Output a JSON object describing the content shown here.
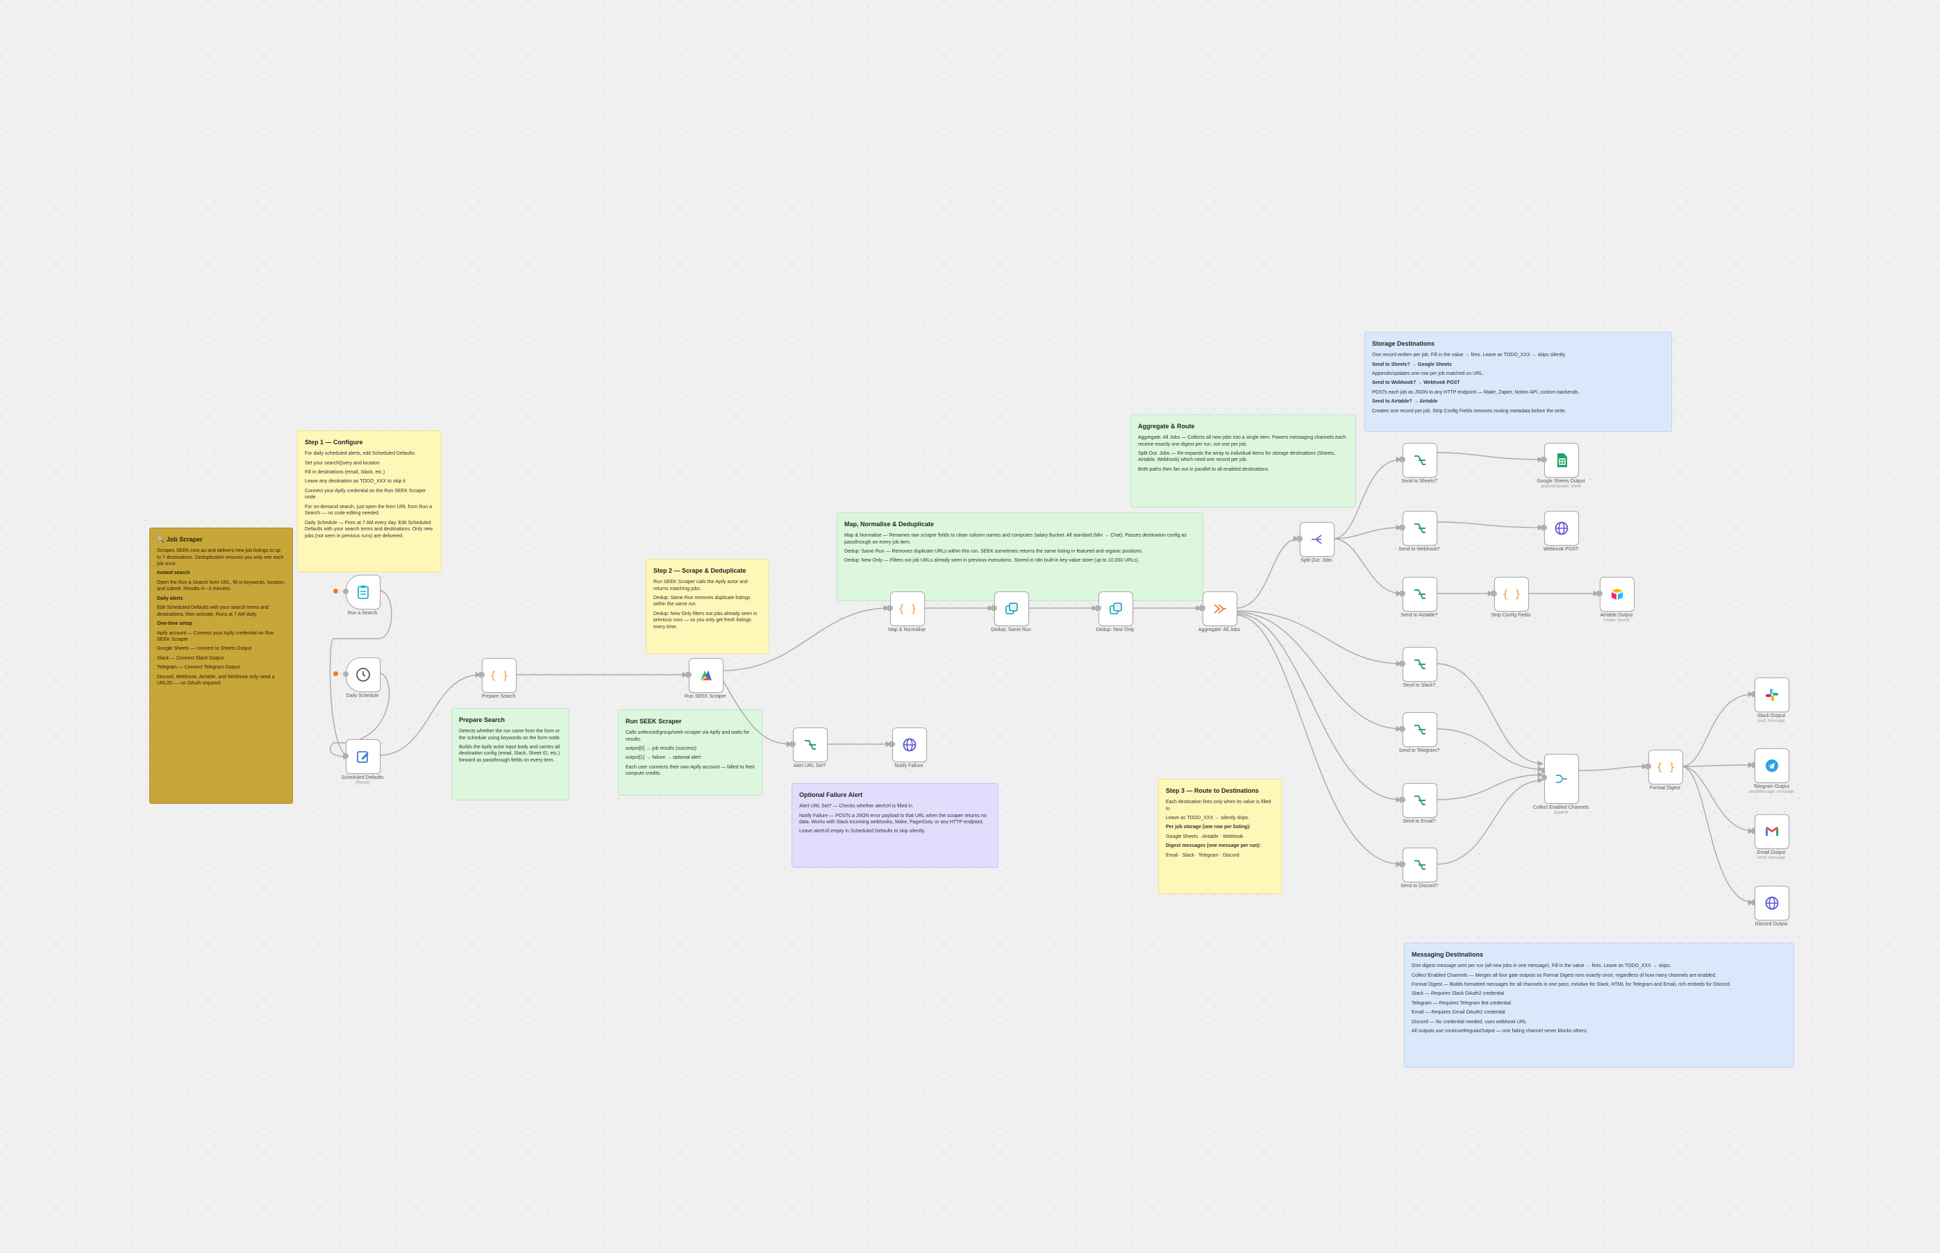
{
  "canvas": {
    "background": "#f0f0f0"
  },
  "colors": {
    "yellow": "#fff7b8",
    "green": "#dcf7dd",
    "blue": "#dbe8fb",
    "purple": "#e3dcfd",
    "gold": "#c9a63a",
    "connector": "#a9a9a9",
    "pin": "#f07a2d"
  },
  "stickies": {
    "job_scraper": {
      "title": "Job Scraper",
      "lines": [
        "Scrapes SEEK.com.au and delivers new job listings to up to 7 destinations. Deduplication ensures you only see each job once.",
        "Instant search",
        "Open the Run a Search form URL, fill in keywords, location, and submit. Results in ~2 minutes.",
        "Daily alerts",
        "Edit Scheduled Defaults with your search terms and destinations, then activate. Runs at 7 AM daily.",
        "One-time setup",
        "Apify account — Connect your Apify credential on Run SEEK Scraper",
        "Google Sheets — connect to Sheets Output",
        "Slack — Connect Slack Output",
        "Telegram — Connect Telegram Output",
        "Discord, Webhook, Airtable, and Webhook only need a URL/ID — no OAuth required."
      ]
    },
    "step1": {
      "title": "Step 1 — Configure",
      "lines": [
        "For daily scheduled alerts, edit Scheduled Defaults:",
        "Set your searchQuery and location",
        "Fill in destinations (email, Slack, etc.)",
        "Leave any destination as TODO_XXX to skip it",
        "Connect your Apify credential on the Run SEEK Scraper node",
        "For on-demand search, just open the form URL from Run a Search — no code editing needed.",
        "Daily Schedule — Fires at 7 AM every day. Edit Scheduled Defaults with your search terms and destinations. Only new jobs (not seen in previous runs) are delivered."
      ]
    },
    "prepare": {
      "title": "Prepare Search",
      "lines": [
        "Detects whether the run came from the form or the schedule using keywords on the form node.",
        "Builds the Apify actor input body and carries all destination config (email, Slack, Sheet ID, etc.) forward as passthrough fields on every item."
      ]
    },
    "step2": {
      "title": "Step 2 — Scrape & Deduplicate",
      "lines": [
        "Run SEEK Scraper calls the Apify actor and returns matching jobs.",
        "Dedup: Same Run removes duplicate listings within the same run.",
        "Dedup: New Only filters out jobs already seen in previous runs — so you only get fresh listings every time."
      ]
    },
    "run_seek": {
      "title": "Run SEEK Scraper",
      "lines": [
        "Calls unfenced/group/seek-scraper via Apify and waits for results.",
        "output[0] → job results (success)",
        "output[1] → failure → optional alert",
        "Each user connects their own Apify account — billed to their compute credits."
      ]
    },
    "map": {
      "title": "Map, Normalise & Deduplicate",
      "lines": [
        "Map & Normalise — Renames raw scraper fields to clean column names and computes Salary Bucket. All standard (Min → Chat). Passes destination config as passthrough on every job item.",
        "Dedup: Same Run — Removes duplicate URLs within this run. SEEK sometimes returns the same listing in featured and organic positions.",
        "Dedup: New Only — Filters out job URLs already seen in previous executions. Stored in n8n built-in key-value store (up to 10,000 URLs)."
      ]
    },
    "alert": {
      "title": "Optional Failure Alert",
      "lines": [
        "Alert URL Set? — Checks whether alertUrl is filled in.",
        "Notify Failure — POSTs a JSON error payload to that URL when the scraper returns no data. Works with Slack incoming webhooks, Make, PagerDuty, or any HTTP endpoint.",
        "Leave alertUrl empty in Scheduled Defaults to skip silently."
      ]
    },
    "aggregate": {
      "title": "Aggregate & Route",
      "lines": [
        "Aggregate: All Jobs — Collects all new jobs into a single item. Powers messaging channels each receive exactly one digest per run, not one per job.",
        "Split Out: Jobs — Re-expands the array to individual items for storage destinations (Sheets, Airtable, Webhook) which need one record per job.",
        "Both paths then fan out in parallel to all enabled destinations."
      ]
    },
    "step3": {
      "title": "Step 3 — Route to Destinations",
      "lines": [
        "Each destination fires only when its value is filled in.",
        "Leave as TODO_XXX → silently skips.",
        "Per job storage (one row per listing):",
        "Google Sheets · Airtable · Webhook",
        "Digest messages (one message per run):",
        "Email · Slack · Telegram · Discord"
      ]
    },
    "storage": {
      "title": "Storage Destinations",
      "lines": [
        "One record written per job. Fill in the value → fires. Leave as TODO_XXX → skips silently.",
        "Send to Sheets? → Google Sheets",
        "Appends/updates one row per job matched on URL.",
        "Send to Webhook? → Webhook POST",
        "POSTs each job as JSON to any HTTP endpoint — Make, Zapier, Notion API, custom backends.",
        "Send to Airtable? → Airtable",
        "Creates one record per job. Strip Config Fields removes routing metadata before the write."
      ]
    },
    "messaging": {
      "title": "Messaging Destinations",
      "lines": [
        "One digest message sent per run (all new jobs in one message). Fill in the value → fires. Leave as TODO_XXX → skips.",
        "Collect Enabled Channels — Merges all four gate outputs so Format Digest runs exactly once, regardless of how many channels are enabled.",
        "Format Digest — Builds formatted messages for all channels in one pass: mrkdwn for Slack, HTML for Telegram and Email, rich embeds for Discord.",
        "Slack — Requires Slack OAuth2 credential",
        "Telegram — Requires Telegram Bot credential",
        "Email — Requires Gmail OAuth2 credential",
        "Discord — No credential needed, uses webhook URL",
        "All outputs use continueRegularOutput — one failing channel never blocks others."
      ]
    }
  },
  "nodes": {
    "run_search": {
      "label": "Run a Search",
      "icon": "form-icon"
    },
    "daily_schedule": {
      "label": "Daily Schedule",
      "icon": "clock-icon"
    },
    "scheduled_defaults": {
      "label": "Scheduled Defaults",
      "sub": "(Reset)",
      "icon": "edit-icon"
    },
    "prepare_search": {
      "label": "Prepare Search",
      "icon": "code-icon"
    },
    "run_seek_scraper": {
      "label": "Run SEEK Scraper",
      "icon": "apify-icon"
    },
    "alert_url_set": {
      "label": "Alert URL Set?",
      "icon": "if-icon"
    },
    "notify_failure": {
      "label": "Notify Failure",
      "icon": "globe-icon"
    },
    "map_normalise": {
      "label": "Map & Normalise",
      "icon": "code-icon"
    },
    "dedup_same_run": {
      "label": "Dedup: Same Run",
      "icon": "dedup-icon"
    },
    "dedup_new_only": {
      "label": "Dedup: New Only",
      "icon": "dedup-icon"
    },
    "aggregate_all_jobs": {
      "label": "Aggregate: All Jobs",
      "icon": "aggregate-icon"
    },
    "split_out_jobs": {
      "label": "Split Out: Jobs",
      "icon": "split-icon"
    },
    "send_to_sheets": {
      "label": "Send to Sheets?",
      "icon": "if-icon"
    },
    "send_to_webhook": {
      "label": "Send to Webhook?",
      "icon": "if-icon"
    },
    "send_to_airtable": {
      "label": "Send to Airtable?",
      "icon": "if-icon"
    },
    "google_sheets_output": {
      "label": "Google Sheets Output",
      "sub": "append/update: sheet",
      "icon": "sheets-icon"
    },
    "webhook_post": {
      "label": "Webhook POST",
      "icon": "globe-icon"
    },
    "strip_config_fields": {
      "label": "Strip Config Fields",
      "icon": "code-icon"
    },
    "airtable_output": {
      "label": "Airtable Output",
      "sub": "create: record",
      "icon": "airtable-icon"
    },
    "send_to_slack": {
      "label": "Send to Slack?",
      "icon": "if-icon"
    },
    "send_to_telegram": {
      "label": "Send to Telegram?",
      "icon": "if-icon"
    },
    "send_to_email": {
      "label": "Send to Email?",
      "icon": "if-icon"
    },
    "send_to_discord": {
      "label": "Send to Discord?",
      "icon": "if-icon"
    },
    "collect_enabled": {
      "label": "Collect Enabled Channels",
      "sub": "append",
      "icon": "merge-icon"
    },
    "format_digest": {
      "label": "Format Digest",
      "icon": "code-icon"
    },
    "slack_output": {
      "label": "Slack Output",
      "sub": "post: message",
      "icon": "slack-icon"
    },
    "telegram_output": {
      "label": "Telegram Output",
      "sub": "sendMessage: message",
      "icon": "telegram-icon"
    },
    "email_output": {
      "label": "Email Output",
      "sub": "send: message",
      "icon": "gmail-icon"
    },
    "discord_output": {
      "label": "Discord Output",
      "icon": "discord-icon"
    }
  }
}
